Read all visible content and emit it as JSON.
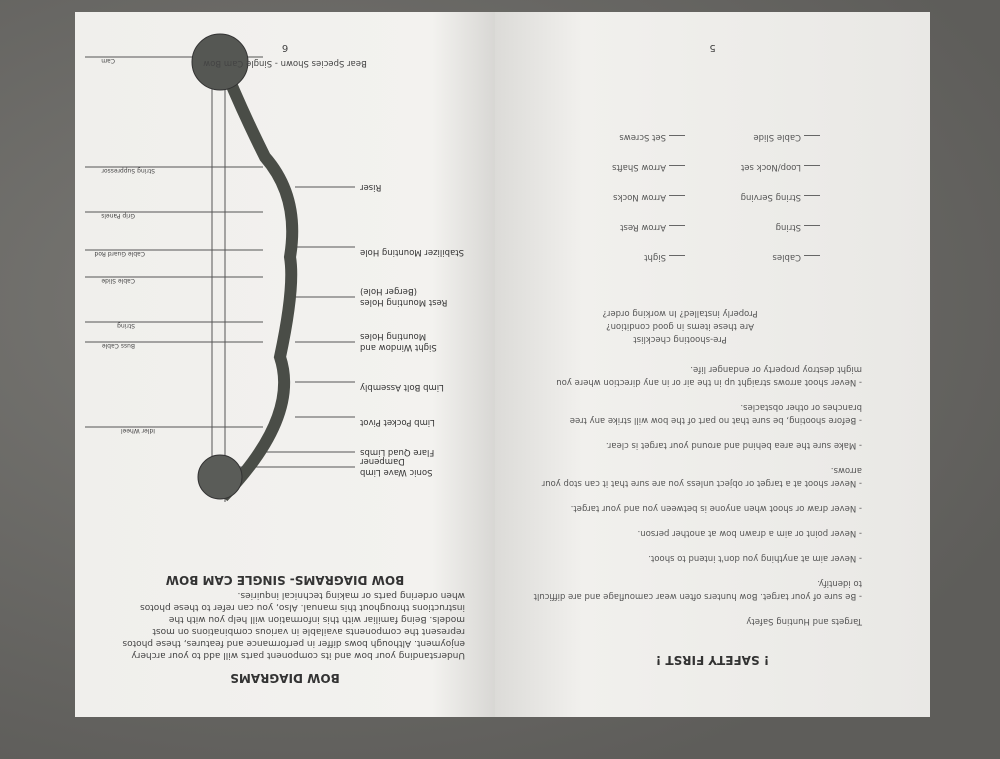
{
  "page5": {
    "title": "! SAFETY FIRST !",
    "section": "Targets and Hunting Safety",
    "bullets": [
      "- Be sure of your target. Bow hunters often wear camouflage and are difficult to identify.",
      "- Never aim at anything you don't intend to shoot.",
      "- Never point or aim a drawn bow at another person.",
      "- Never draw or shoot when anyone is between you and your target.",
      "- Never shoot at a target or object unless you are sure that it can stop your arrows.",
      "- Make sure the area behind and around your target is clear.",
      "- Before shooting, be sure that no part of the bow will strike any tree branches or other obstacles.",
      "- Never shoot arrows straight up in the air or in any direction where you might destroy property or endanger life."
    ],
    "checklist_title": "Pre-shooting checklist",
    "checklist_q1": "Are these items in good condition?",
    "checklist_q2": "Properly installed? In working order?",
    "items": [
      "Cables",
      "Sight",
      "String",
      "Arrow Rest",
      "String Serving",
      "Arrow Nocks",
      "Loop/Nock set",
      "Arrow Shafts",
      "Cable Slide",
      "Set Screws"
    ],
    "page_number": "5"
  },
  "page6": {
    "title": "BOW DIAGRAMS",
    "paragraph": "Understanding your bow and its component parts will add to your archery enjoyment. Although bows differ in performance and features, these photos represent the components available in various combinations on most models. Being familiar with this information will help you with the instructions throughout this manual. Also, you can refer to these photos when ordering parts or making technical inquiries.",
    "subtitle": "BOW DIAGRAMS- SINGLE CAM BOW",
    "labels_left": [
      "Sonic Wave Limb Dampener",
      "Flare Quad Limbs",
      "Limb Pocket Pivot",
      "Limb Bolt Assembly",
      "Sight Window and Mounting Holes",
      "Rest Mounting Holes (Berger Hole)",
      "Stabilizer Mounting Hole",
      "Riser"
    ],
    "labels_right": [
      "Idler Wheel",
      "Buss Cable",
      "String",
      "Cable Slide",
      "Cable Guard Rod",
      "Grip Panels",
      "String Suppressor",
      "Cam"
    ],
    "caption": "Bear Species Shown - Single Cam Bow",
    "page_number": "6"
  }
}
